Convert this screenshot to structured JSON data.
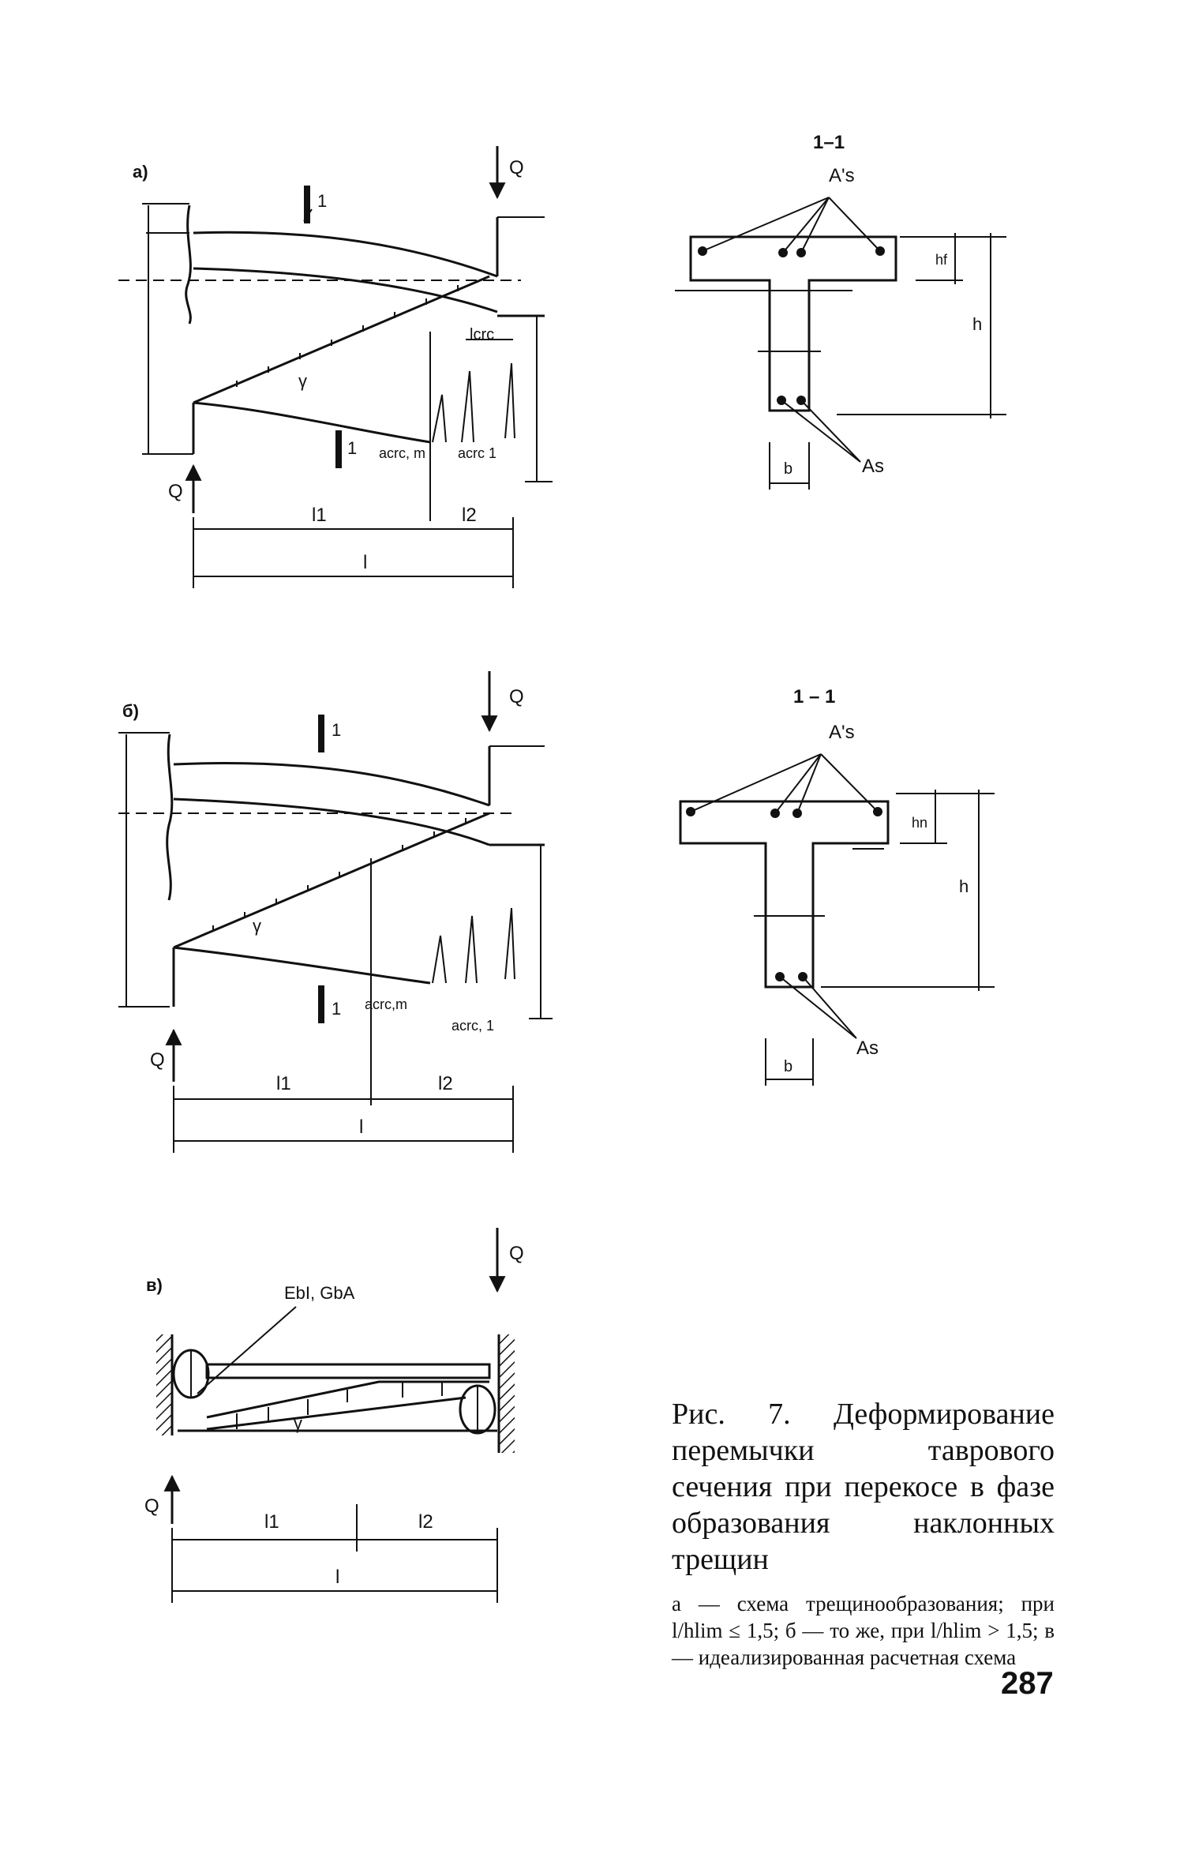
{
  "figure": {
    "panel_a": {
      "letter": "а)",
      "load": "Q",
      "section_mark": "1",
      "angle": "γ",
      "l_crc": "lcrc",
      "a_crc_m": "acrc, m",
      "a_crc_1": "acrc 1",
      "l1": "l1",
      "l2": "l2",
      "l": "l"
    },
    "section_a": {
      "title": "1–1",
      "as_top": "A's",
      "as_bottom": "As",
      "h": "h",
      "hf": "hf",
      "b": "b"
    },
    "panel_b": {
      "letter": "б)",
      "load": "Q",
      "section_mark": "1",
      "angle": "γ",
      "a_crc_m": "acrc,m",
      "a_crc_1": "acrc, 1",
      "l1": "l1",
      "l2": "l2",
      "l": "l"
    },
    "section_b": {
      "title": "1 – 1",
      "as_top": "A's",
      "as_bottom": "As",
      "h": "h",
      "hf": "hn",
      "b": "b"
    },
    "panel_c": {
      "letter": "в)",
      "load": "Q",
      "stiffness": "EbI, GbA",
      "angle": "γ",
      "l1": "l1",
      "l2": "l2",
      "l": "l"
    }
  },
  "caption": {
    "title": "Рис. 7. Деформирование перемычки таврового сечения при перекосе в фазе образования наклонных трещин",
    "text": "а — схема трещинообразования; при l/hlim ≤ 1,5; б — то же, при l/hlim > 1,5; в — идеализированная расчетная схема"
  },
  "page_number": "287"
}
